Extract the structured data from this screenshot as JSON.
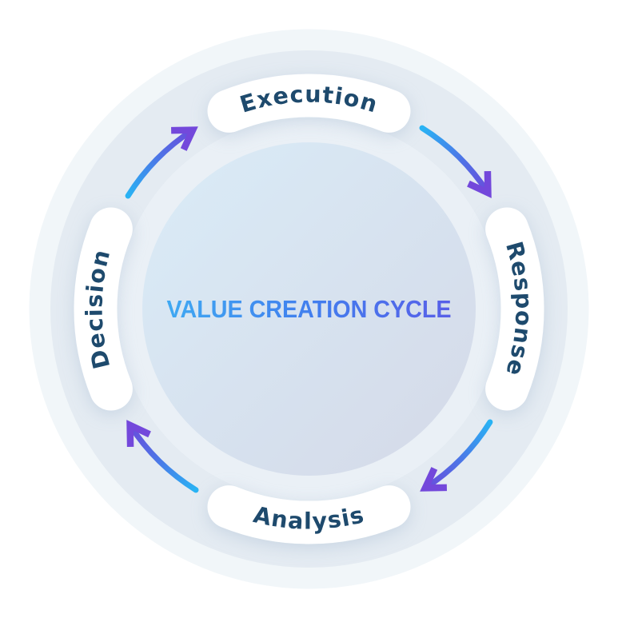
{
  "diagram": {
    "title": "VALUE CREATION CYCLE",
    "cycle_direction": "clockwise",
    "stages": [
      {
        "label": "Execution",
        "position": "top"
      },
      {
        "label": "Response",
        "position": "right"
      },
      {
        "label": "Analysis",
        "position": "bottom"
      },
      {
        "label": "Decision",
        "position": "left"
      }
    ],
    "arrows": [
      {
        "from": "Execution",
        "to": "Response",
        "position": "top-right"
      },
      {
        "from": "Response",
        "to": "Analysis",
        "position": "bottom-right"
      },
      {
        "from": "Analysis",
        "to": "Decision",
        "position": "bottom-left"
      },
      {
        "from": "Decision",
        "to": "Execution",
        "position": "top-left"
      }
    ],
    "colors": {
      "background": "#FFFFFF",
      "ring_outer": "#F1F6F9",
      "ring_middle": "#E4EBF2",
      "ring_inner": "#EAF0F6",
      "center_gradient_start": "#D9E9F5",
      "center_gradient_end": "#D5DCEA",
      "stage_pill": "#FFFFFF",
      "stage_text": "#1E4A6D",
      "title_gradient_start": "#3FA9F2",
      "title_gradient_mid": "#417FEE",
      "title_gradient_end": "#585FE8",
      "arrow_gradient_start": "#29B3F4",
      "arrow_gradient_mid": "#4E73E6",
      "arrow_gradient_end": "#6A4BDB",
      "arrowhead": "#7348DB"
    }
  }
}
